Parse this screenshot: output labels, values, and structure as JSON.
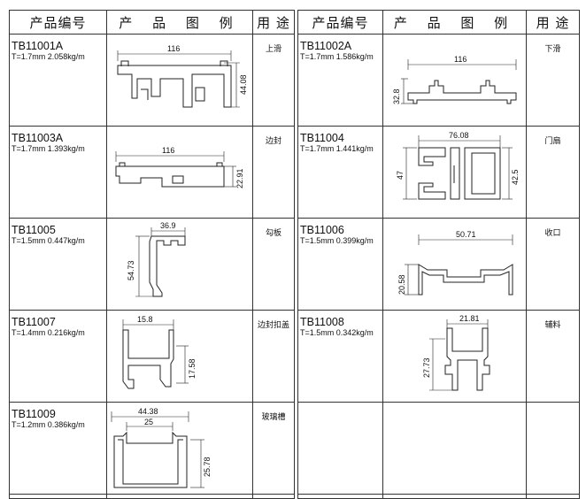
{
  "header": {
    "col_code": "产品编号",
    "col_image": "产 品 图 例",
    "col_use": "用 途"
  },
  "products": [
    {
      "code": "TB11001A",
      "spec": "T=1.7mm  2.058kg/m",
      "use": "上滑",
      "dims": [
        "116",
        "44.08"
      ]
    },
    {
      "code": "TB11002A",
      "spec": "T=1.7mm  1.586kg/m",
      "use": "下滑",
      "dims": [
        "116",
        "32.8"
      ]
    },
    {
      "code": "TB11003A",
      "spec": "T=1.7mm  1.393kg/m",
      "use": "边封",
      "dims": [
        "116",
        "22.91"
      ]
    },
    {
      "code": "TB11004",
      "spec": "T=1.7mm  1.441kg/m",
      "use": "门扇",
      "dims": [
        "76.08",
        "47",
        "42.5"
      ]
    },
    {
      "code": "TB11005",
      "spec": "T=1.5mm  0.447kg/m",
      "use": "勾板",
      "dims": [
        "36.9",
        "54.73"
      ]
    },
    {
      "code": "TB11006",
      "spec": "T=1.5mm  0.399kg/m",
      "use": "收口",
      "dims": [
        "50.71",
        "20.58"
      ]
    },
    {
      "code": "TB11007",
      "spec": "T=1.4mm  0.216kg/m",
      "use": "边封扣盖",
      "dims": [
        "15.8",
        "17.58"
      ]
    },
    {
      "code": "TB11008",
      "spec": "T=1.5mm  0.342kg/m",
      "use": "辅料",
      "dims": [
        "21.81",
        "27.73"
      ]
    },
    {
      "code": "TB11009",
      "spec": "T=1.2mm  0.386kg/m",
      "use": "玻璃槽",
      "dims": [
        "44.38",
        "25",
        "25.78"
      ]
    }
  ]
}
